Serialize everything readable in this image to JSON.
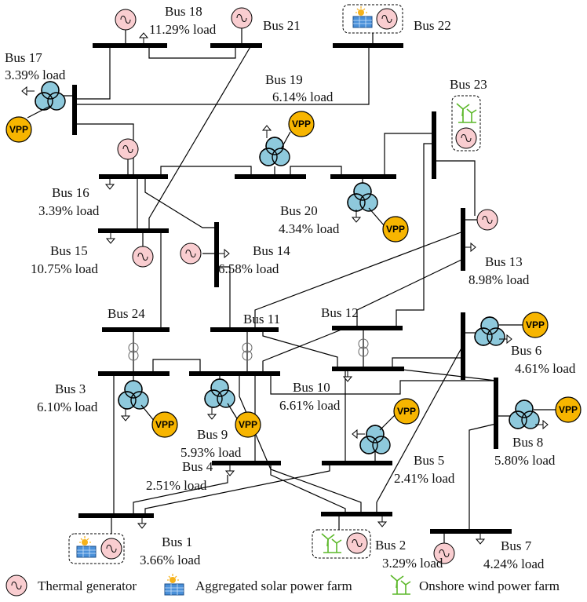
{
  "diagram": {
    "vpp_label": "VPP",
    "buses": [
      {
        "id": "b1",
        "name": "Bus 1",
        "load": "3.66% load"
      },
      {
        "id": "b2",
        "name": "Bus 2",
        "load": "3.29% load"
      },
      {
        "id": "b3",
        "name": "Bus 3",
        "load": "6.10% load"
      },
      {
        "id": "b4",
        "name": "Bus 4",
        "load": "2.51% load"
      },
      {
        "id": "b5",
        "name": "Bus 5",
        "load": "2.41% load"
      },
      {
        "id": "b6",
        "name": "Bus 6",
        "load": "4.61% load"
      },
      {
        "id": "b7",
        "name": "Bus 7",
        "load": "4.24% load"
      },
      {
        "id": "b8",
        "name": "Bus 8",
        "load": "5.80% load"
      },
      {
        "id": "b9",
        "name": "Bus 9",
        "load": "5.93% load"
      },
      {
        "id": "b10",
        "name": "Bus 10",
        "load": "6.61% load"
      },
      {
        "id": "b11",
        "name": "Bus 11",
        "load": ""
      },
      {
        "id": "b12",
        "name": "Bus 12",
        "load": ""
      },
      {
        "id": "b13",
        "name": "Bus 13",
        "load": "8.98% load"
      },
      {
        "id": "b14",
        "name": "Bus 14",
        "load": "6.58% load"
      },
      {
        "id": "b15",
        "name": "Bus 15",
        "load": "10.75% load"
      },
      {
        "id": "b16",
        "name": "Bus 16",
        "load": "3.39% load"
      },
      {
        "id": "b17",
        "name": "Bus 17",
        "load": "3.39% load"
      },
      {
        "id": "b18",
        "name": "Bus 18",
        "load": "11.29% load"
      },
      {
        "id": "b19",
        "name": "Bus 19",
        "load": "6.14% load"
      },
      {
        "id": "b20",
        "name": "Bus 20",
        "load": "4.34% load"
      },
      {
        "id": "b21",
        "name": "Bus 21",
        "load": ""
      },
      {
        "id": "b22",
        "name": "Bus 22",
        "load": ""
      },
      {
        "id": "b23",
        "name": "Bus 23",
        "load": ""
      },
      {
        "id": "b24",
        "name": "Bus 24",
        "load": ""
      }
    ]
  },
  "legend": {
    "thermal": "Thermal generator",
    "solar": "Aggregated solar power farm",
    "wind": "Onshore wind power farm"
  },
  "colors": {
    "generator_fill": "#f9cdd0",
    "transformer_fill": "#8ec9dc",
    "vpp_fill": "#f7b500",
    "wind_green": "#5cb82a",
    "solar_panel": "#4a90d9"
  }
}
